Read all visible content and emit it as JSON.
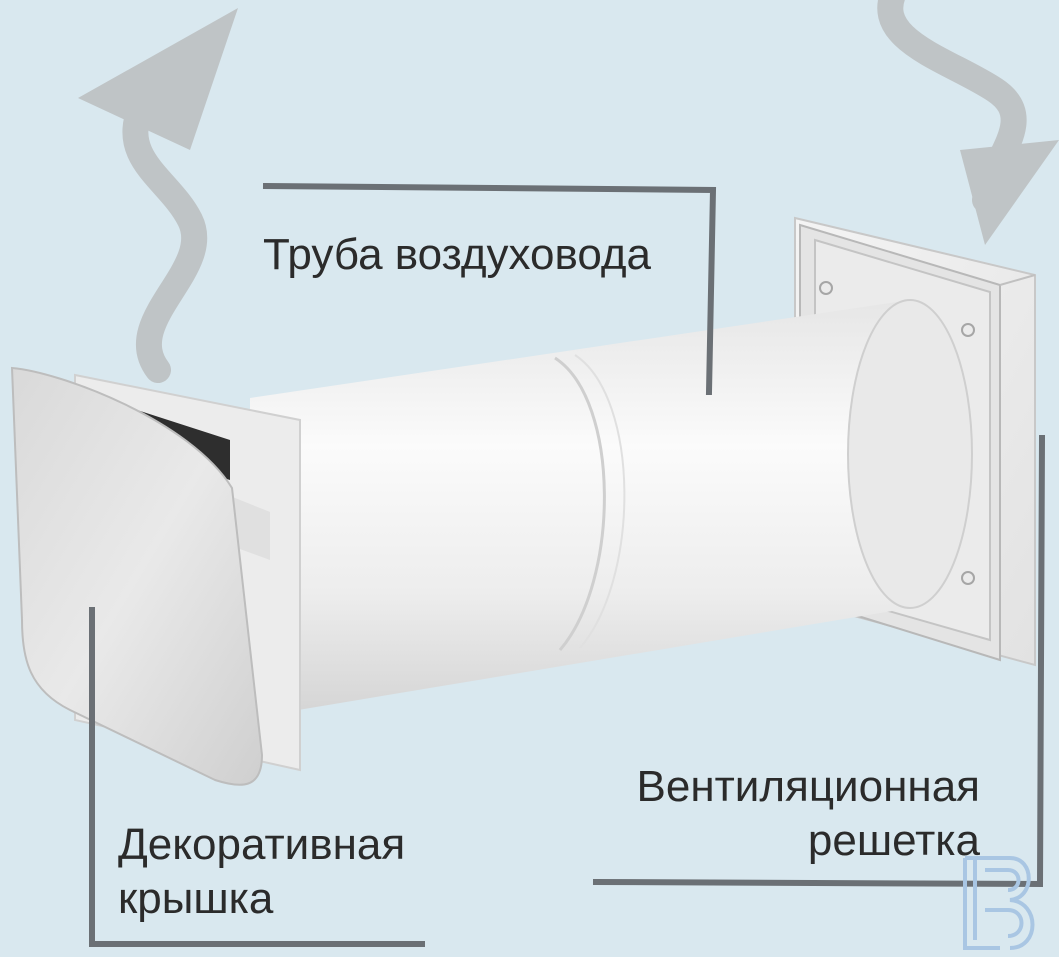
{
  "labels": {
    "duct_pipe": "Труба воздуховода",
    "decorative_cover": [
      "Декоративная",
      "крышка"
    ],
    "ventilation_grille": [
      "Вентиляционная",
      "решетка"
    ]
  },
  "logo": {
    "text": "EB",
    "color": "#a9c6e3"
  },
  "colors": {
    "background": "#d9e8ef",
    "leader_lines": "#6b7075",
    "airflow_arrows": "#bfc4c6",
    "device_body": "#f0f0f0"
  }
}
